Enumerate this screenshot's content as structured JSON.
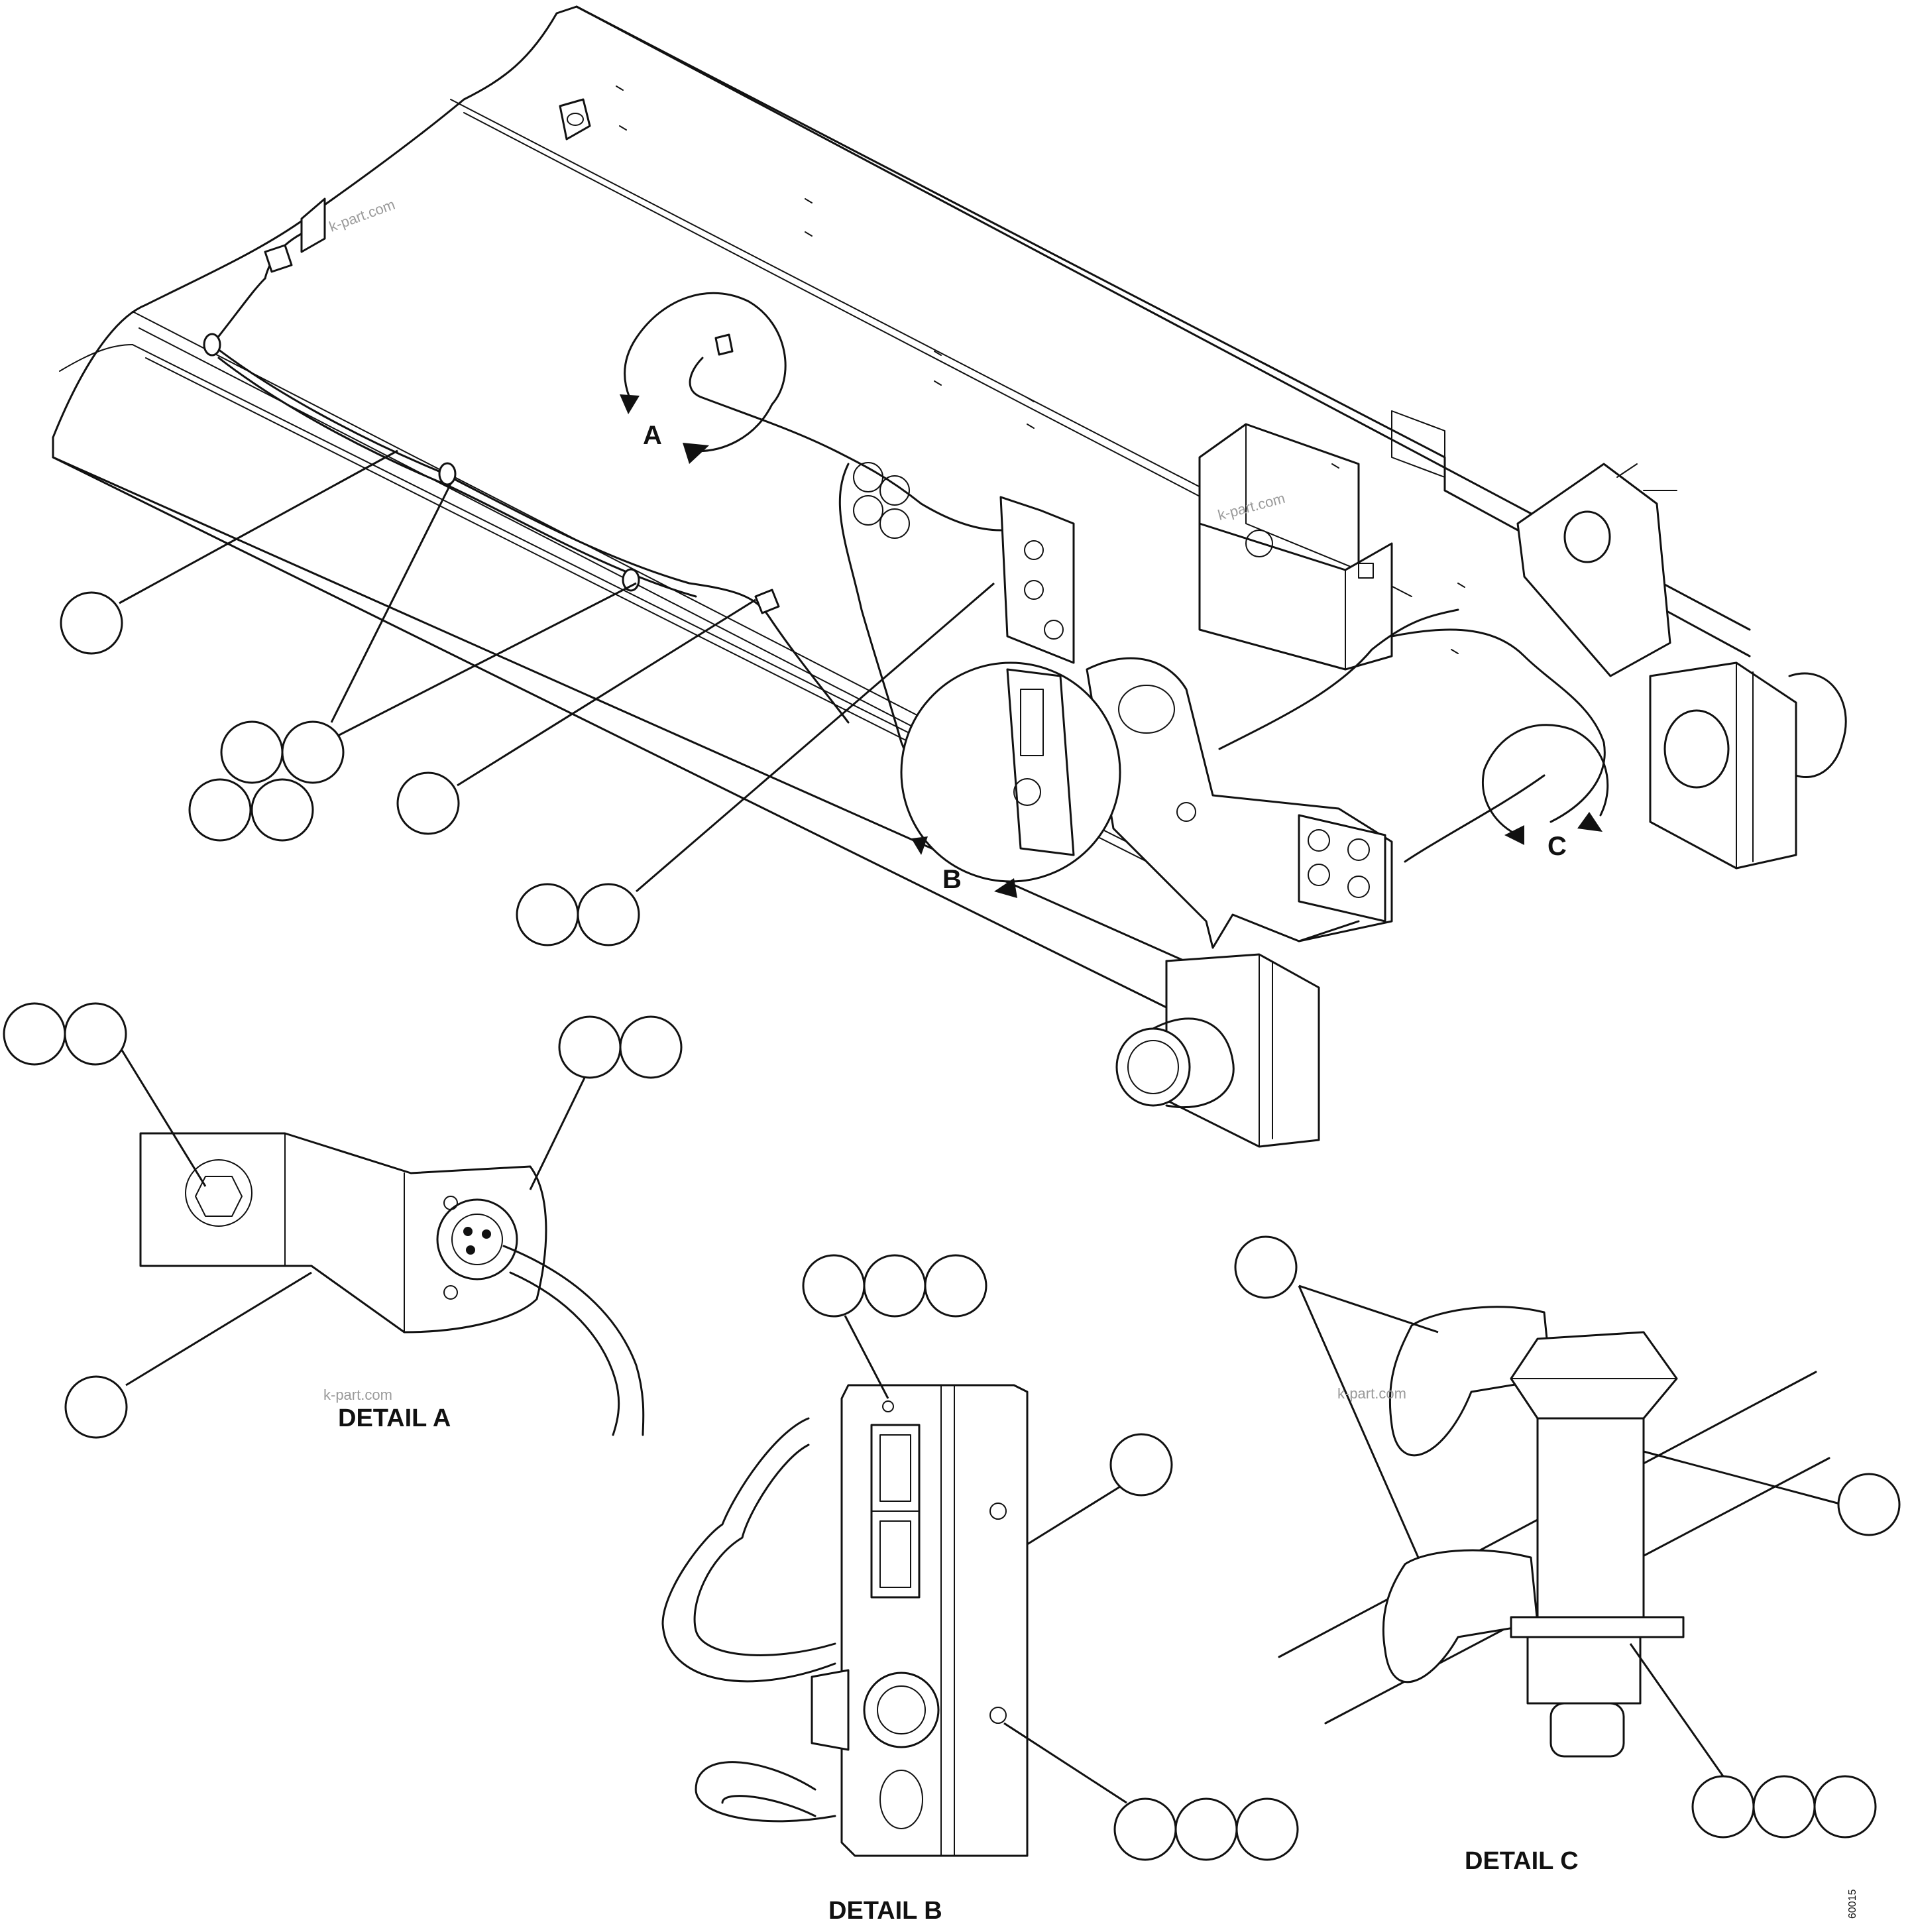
{
  "view_labels": {
    "a": "A",
    "b": "B",
    "c": "C"
  },
  "detail_titles": {
    "a": "DETAIL A",
    "b": "DETAIL B",
    "c": "DETAIL C"
  },
  "watermark": "k-part.com",
  "drawing_code": "60015",
  "callout_numbers_visible": false
}
